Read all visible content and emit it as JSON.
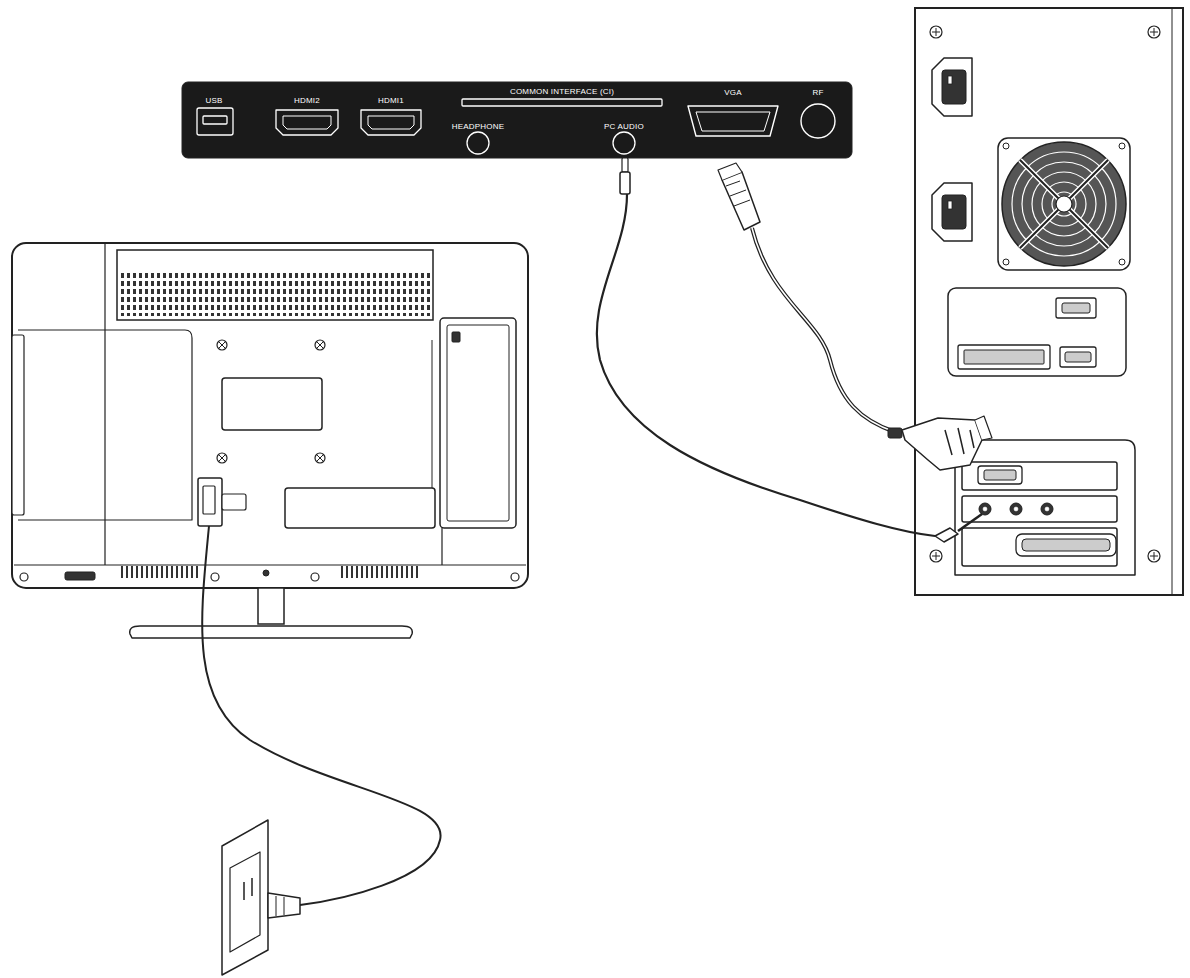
{
  "diagram": {
    "labels": [
      "USB",
      "HDMI2",
      "HDMI1",
      "COMMON INTERFACE (CI)",
      "HEADPHONE",
      "PC AUDIO",
      "VGA",
      "RF"
    ]
  }
}
